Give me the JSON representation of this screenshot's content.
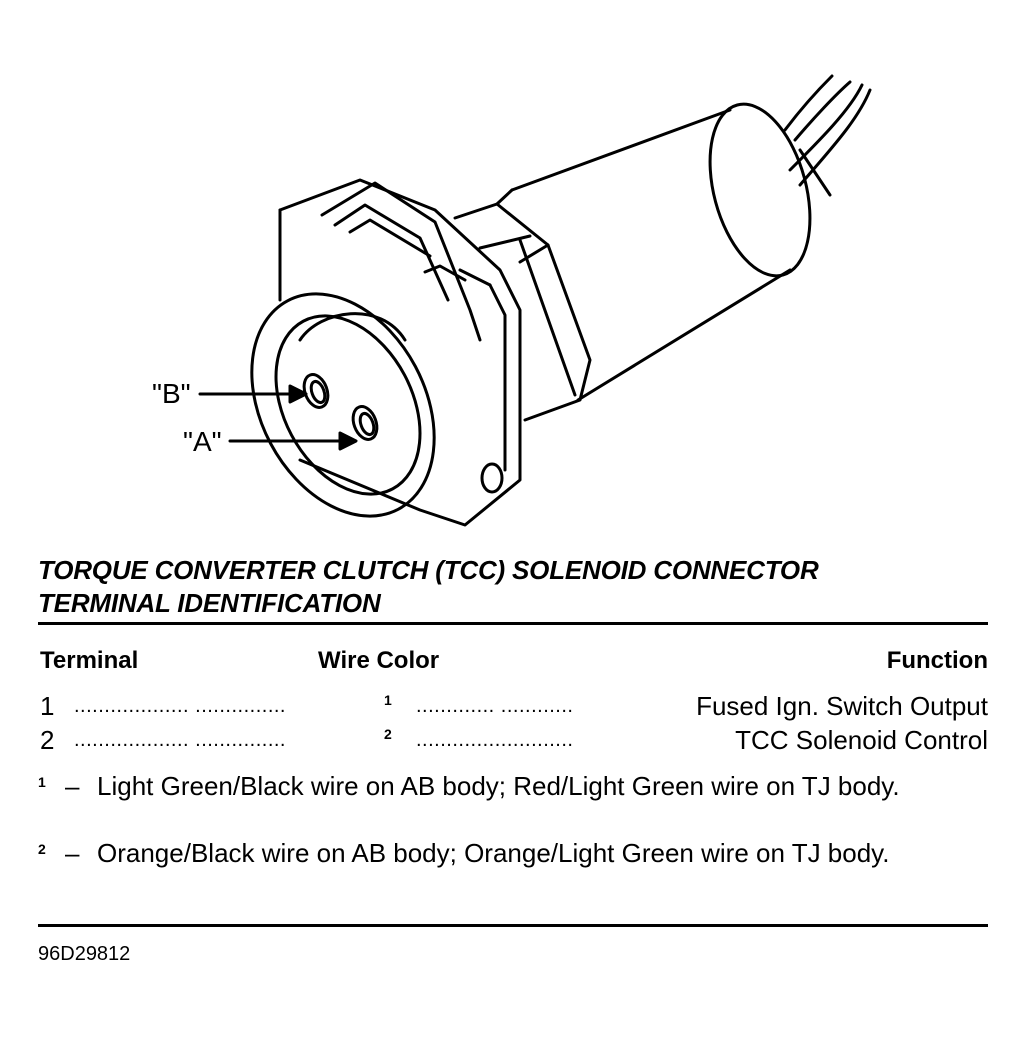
{
  "callouts": {
    "b": "\"B\"",
    "a": "\"A\""
  },
  "title_line1": "TORQUE CONVERTER CLUTCH (TCC) SOLENOID CONNECTOR",
  "title_line2": "TERMINAL IDENTIFICATION",
  "table": {
    "headers": {
      "terminal": "Terminal",
      "wire_color": "Wire Color",
      "function": "Function"
    },
    "rows": [
      {
        "terminal": "1",
        "dots_a": "................... ...............",
        "wire_color_ref": "1",
        "dots_b": "............. ............",
        "function": "Fused Ign. Switch Output"
      },
      {
        "terminal": "2",
        "dots_a": "................... ...............",
        "wire_color_ref": "2",
        "dots_b": "..........................",
        "function": "TCC Solenoid Control"
      }
    ]
  },
  "footnotes": [
    {
      "mark": "1",
      "dash": "–",
      "text": "Light Green/Black wire on AB body; Red/Light Green wire on TJ body."
    },
    {
      "mark": "2",
      "dash": "–",
      "text": "Orange/Black wire on AB body; Orange/Light Green wire on TJ body."
    }
  ],
  "figure_id": "96D29812"
}
